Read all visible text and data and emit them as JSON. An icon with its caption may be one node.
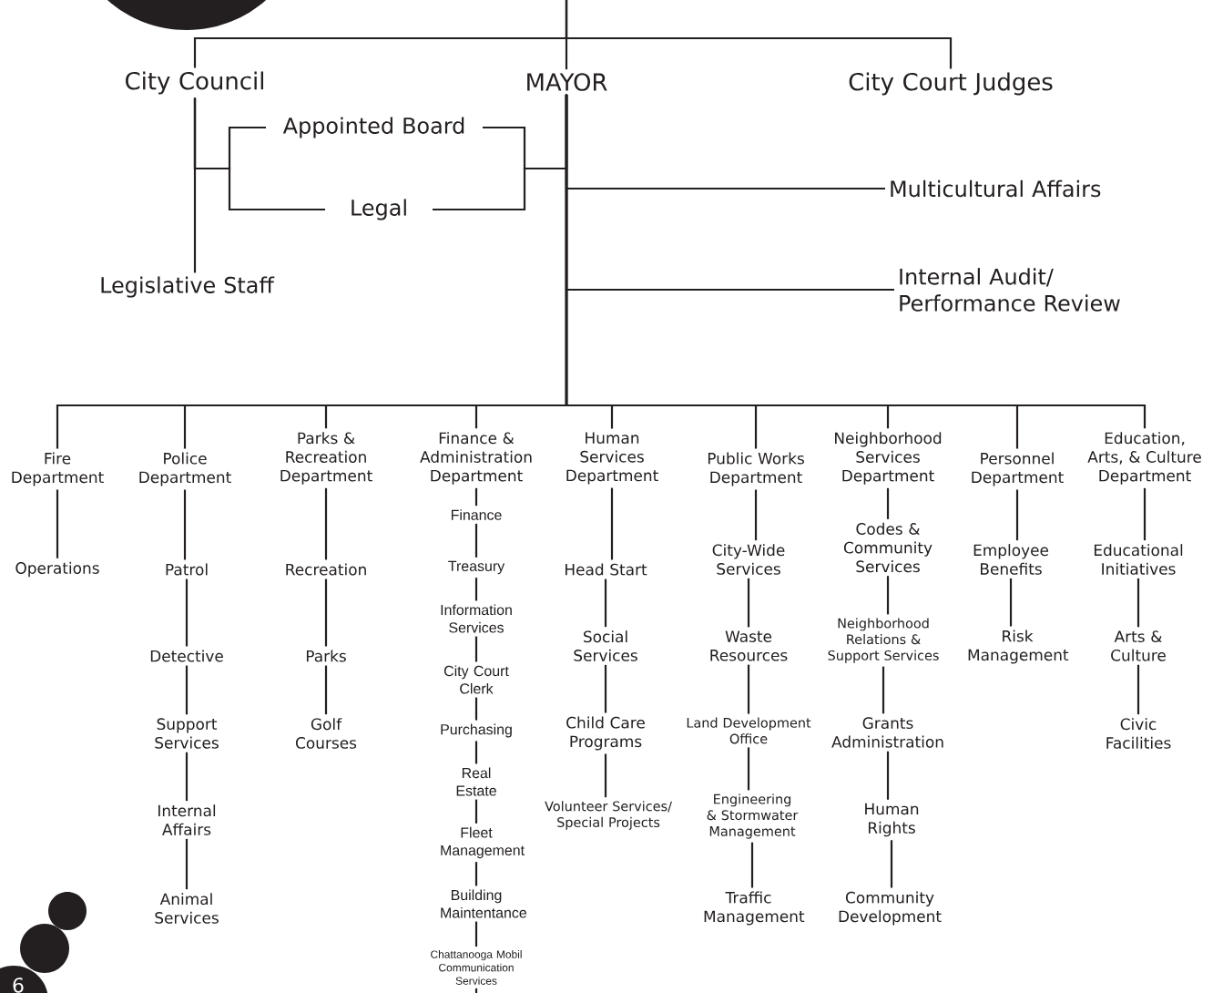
{
  "diagram": {
    "nodes": [
      {
        "text": [
          "City Council"
        ]
      },
      {
        "text": [
          "MAYOR"
        ]
      },
      {
        "text": [
          "City Court Judges"
        ]
      },
      {
        "text": [
          "Appointed Board"
        ]
      },
      {
        "text": [
          "Legal"
        ]
      },
      {
        "text": [
          "Legislative Staff"
        ]
      },
      {
        "text": [
          "Multicultural Affairs"
        ]
      },
      {
        "text": [
          "Internal Audit/ Performance Review"
        ]
      },
      {
        "text": [
          "Fire Department"
        ]
      },
      {
        "text": [
          "Police Department"
        ]
      },
      {
        "text": [
          "Parks & Recreation Department"
        ]
      },
      {
        "text": [
          "Finance & Administration Department"
        ]
      },
      {
        "text": [
          "Human Services Department"
        ]
      },
      {
        "text": [
          "Public Works Department"
        ]
      },
      {
        "text": [
          "Neighborhood Services Department"
        ]
      },
      {
        "text": [
          "Personnel Department"
        ]
      },
      {
        "text": [
          "Education, Arts, & Culture Department"
        ]
      },
      {
        "text": [
          "Operations"
        ]
      },
      {
        "text": [
          "Patrol"
        ]
      },
      {
        "text": [
          "Detective"
        ]
      },
      {
        "text": [
          "Support Services"
        ]
      },
      {
        "text": [
          "Internal Affairs"
        ]
      },
      {
        "text": [
          "Animal Services"
        ]
      },
      {
        "text": [
          "Recreation"
        ]
      },
      {
        "text": [
          "Parks"
        ]
      },
      {
        "text": [
          "Golf Courses"
        ]
      },
      {
        "text": [
          "Finance"
        ]
      },
      {
        "text": [
          "Treasury"
        ]
      },
      {
        "text": [
          "Information Services"
        ]
      },
      {
        "text": [
          "City Court Clerk"
        ]
      },
      {
        "text": [
          "Purchasing"
        ]
      },
      {
        "text": [
          "Real Estate"
        ]
      },
      {
        "text": [
          "Fleet Management"
        ]
      },
      {
        "text": [
          "Building Maintentance"
        ]
      },
      {
        "text": [
          "Chattanooga Mobil Communication Services"
        ]
      },
      {
        "text": [
          "Head Start"
        ]
      },
      {
        "text": [
          "Social Services"
        ]
      },
      {
        "text": [
          "Child Care Programs"
        ]
      },
      {
        "text": [
          "Volunteer Services/ Special Projects"
        ]
      },
      {
        "text": [
          "City-Wide Services"
        ]
      },
      {
        "text": [
          "Waste Resources"
        ]
      },
      {
        "text": [
          "Land Development Office"
        ]
      },
      {
        "text": [
          "Engineering & Stormwater Management"
        ]
      },
      {
        "text": [
          "Traffic Management"
        ]
      },
      {
        "text": [
          "Codes & Community Services"
        ]
      },
      {
        "text": [
          "Neighborhood Relations & Support Services"
        ]
      },
      {
        "text": [
          "Grants Administration"
        ]
      },
      {
        "text": [
          "Human Rights"
        ]
      },
      {
        "text": [
          "Community Development"
        ]
      },
      {
        "text": [
          "Employee Benefits"
        ]
      },
      {
        "text": [
          "Risk Management"
        ]
      },
      {
        "text": [
          "Educational Initiatives"
        ]
      },
      {
        "text": [
          "Arts & Culture"
        ]
      },
      {
        "text": [
          "Civic Facilities"
        ]
      }
    ],
    "edges": [
      {
        "from": null,
        "to": 0,
        "arrow": "none"
      },
      {
        "from": null,
        "to": 1,
        "arrow": "none"
      },
      {
        "from": null,
        "to": 2,
        "arrow": "none"
      },
      {
        "from": 0,
        "to": 5,
        "arrow": "none"
      },
      {
        "from": 0,
        "to": 3,
        "arrow": "none"
      },
      {
        "from": 0,
        "to": 4,
        "arrow": "none"
      },
      {
        "from": 1,
        "to": 3,
        "arrow": "none"
      },
      {
        "from": 1,
        "to": 4,
        "arrow": "none"
      },
      {
        "from": 1,
        "to": 6,
        "arrow": "none"
      },
      {
        "from": 1,
        "to": 7,
        "arrow": "none"
      },
      {
        "from": 1,
        "to": 8,
        "arrow": "none"
      },
      {
        "from": 1,
        "to": 9,
        "arrow": "none"
      },
      {
        "from": 1,
        "to": 10,
        "arrow": "none"
      },
      {
        "from": 1,
        "to": 11,
        "arrow": "none"
      },
      {
        "from": 1,
        "to": 12,
        "arrow": "none"
      },
      {
        "from": 1,
        "to": 13,
        "arrow": "none"
      },
      {
        "from": 1,
        "to": 14,
        "arrow": "none"
      },
      {
        "from": 1,
        "to": 15,
        "arrow": "none"
      },
      {
        "from": 1,
        "to": 16,
        "arrow": "none"
      },
      {
        "from": 8,
        "to": 17,
        "arrow": "none"
      },
      {
        "from": 9,
        "to": 18,
        "arrow": "none"
      },
      {
        "from": 18,
        "to": 19,
        "arrow": "none"
      },
      {
        "from": 19,
        "to": 20,
        "arrow": "none"
      },
      {
        "from": 20,
        "to": 21,
        "arrow": "none"
      },
      {
        "from": 21,
        "to": 22,
        "arrow": "none"
      },
      {
        "from": 10,
        "to": 23,
        "arrow": "none"
      },
      {
        "from": 23,
        "to": 24,
        "arrow": "none"
      },
      {
        "from": 24,
        "to": 25,
        "arrow": "none"
      },
      {
        "from": 11,
        "to": 26,
        "arrow": "none"
      },
      {
        "from": 26,
        "to": 27,
        "arrow": "none"
      },
      {
        "from": 27,
        "to": 28,
        "arrow": "none"
      },
      {
        "from": 28,
        "to": 29,
        "arrow": "none"
      },
      {
        "from": 29,
        "to": 30,
        "arrow": "none"
      },
      {
        "from": 30,
        "to": 31,
        "arrow": "none"
      },
      {
        "from": 31,
        "to": 32,
        "arrow": "none"
      },
      {
        "from": 32,
        "to": 33,
        "arrow": "none"
      },
      {
        "from": 33,
        "to": 34,
        "arrow": "none"
      },
      {
        "from": 12,
        "to": 35,
        "arrow": "none"
      },
      {
        "from": 35,
        "to": 36,
        "arrow": "none"
      },
      {
        "from": 36,
        "to": 37,
        "arrow": "none"
      },
      {
        "from": 37,
        "to": 38,
        "arrow": "none"
      },
      {
        "from": 13,
        "to": 39,
        "arrow": "none"
      },
      {
        "from": 39,
        "to": 40,
        "arrow": "none"
      },
      {
        "from": 40,
        "to": 41,
        "arrow": "none"
      },
      {
        "from": 41,
        "to": 42,
        "arrow": "none"
      },
      {
        "from": 42,
        "to": 43,
        "arrow": "none"
      },
      {
        "from": 14,
        "to": 44,
        "arrow": "none"
      },
      {
        "from": 44,
        "to": 45,
        "arrow": "none"
      },
      {
        "from": 45,
        "to": 46,
        "arrow": "none"
      },
      {
        "from": 46,
        "to": 47,
        "arrow": "none"
      },
      {
        "from": 47,
        "to": 48,
        "arrow": "none"
      },
      {
        "from": 15,
        "to": 49,
        "arrow": "none"
      },
      {
        "from": 49,
        "to": 50,
        "arrow": "none"
      },
      {
        "from": 16,
        "to": 51,
        "arrow": "none"
      },
      {
        "from": 51,
        "to": 52,
        "arrow": "none"
      },
      {
        "from": 52,
        "to": 53,
        "arrow": "none"
      },
      {
        "from": 34,
        "to": null,
        "arrow": "none"
      }
    ],
    "labels": [
      "6"
    ]
  }
}
